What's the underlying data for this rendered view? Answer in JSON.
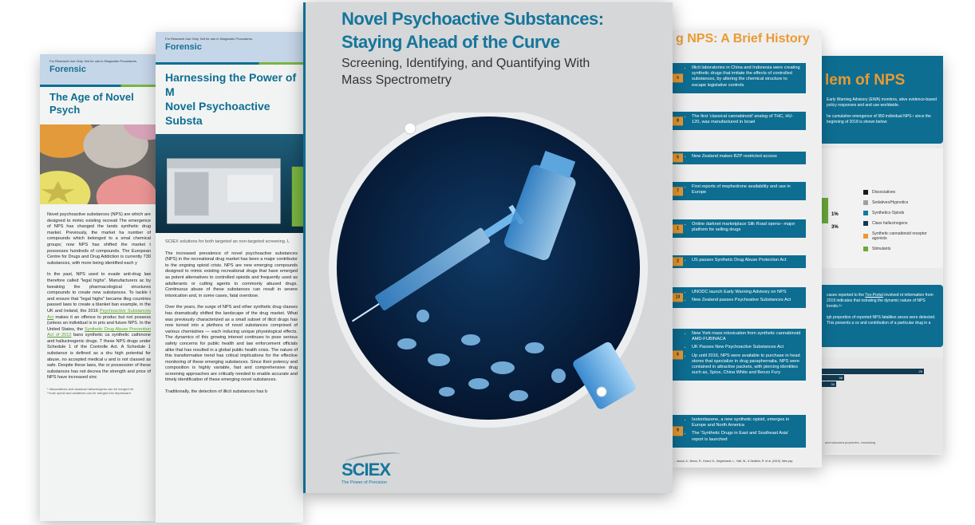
{
  "page_age": {
    "ruo": "For Research Use Only. Not for use in Diagnostic Procedures.",
    "section": "Forensic",
    "title": "The Age of Novel Psych",
    "paragraphs": [
      "Novel psychoactive substances (NPS) are which are designed to mimic existing recreati The emergence of NPS has changed the lands synthetic drug market. Previously, the market ha number of compounds which belonged to a smal chemical groups; now NPS has shifted the market t possesses hundreds of compounds. The European Centre for Drugs and Drug Addiction is currently 730 substances, with more being identified each y",
      "In the past, NPS used to evade anti-drug law therefore called \"legal highs\". Manufacturers ac by tweaking the pharmacological structures compounds to create new substances. To tackle t and ensure that \"legal highs\" became illeg countries passed laws to create a blanket ban example, in the UK and Ireland, the 2016"
    ],
    "link1": "Psychoactive Substances Act",
    "p2b": "makes it an offence to produc but not possess (unless an individual is in pris and future NPS. In the United States, the",
    "link2": "Synthetic Drug Abuse Prevention Act of 2012",
    "p2c": "bans synthetic ca synthetic cathinone and hallucinogenic drugs. T these NPS drugs under Schedule 1 of the Controlle Act. A Schedule 1 substance is defined as a dru high potential for abuse, no accepted medical u and is not classed as safe. Despite these laws, the or possession of these substances has not decrea the strength and price of NPS have increased sinc",
    "footnotes": [
      "* dissociatives and classical hallucinogens can be merged int",
      "**note opioid and sedatives can be merged into depressant"
    ]
  },
  "page_harness": {
    "ruo": "For Research Use Only. Not for use in Diagnostic Procedures.",
    "section": "Forensic",
    "title_line1": "Harnessing the Power of M",
    "title_line2": "Novel Psychoactive Substa",
    "caption": "SCIEX solutions for both targeted an non-targeted screening. L",
    "paragraphs": [
      "The increased prevalence of novel psychoactive substances (NPS) in the recreational drug market has been a major contributor to the ongoing opioid crisis. NPS are new emerging compounds designed to mimic existing recreational drugs that have emerged as potent alternatives to controlled opioids and frequently used as adulterants or cutting agents to commonly abused drugs. Continuous abuse of these substances can result in severe intoxication and, in some cases, fatal overdose.",
      "Over the years, the surge of NPS and other synthetic drug classes has dramatically shifted the landscape of the drug market. What was previously characterized as a small subset of illicit drugs has now turned into a plethora of novel substances comprised of various chemistries — each inducing unique physiological effects. The dynamics of this growing interest continues to pose serious safety concerns for public health and law enforcement officials alike that has resulted in a global public health crisis. The nature of this transformative trend has critical implications for the effective monitoring of these emerging substances. Since their potency and composition is highly variable, fast and comprehensive drug screening approaches are critically needed to enable accurate and timely identification of these emerging novel substances.",
      "Traditionally, the detection of illicit substances has b"
    ]
  },
  "cover": {
    "title_line1": "Novel Psychoactive Substances:",
    "title_line2": "Staying Ahead of the Curve",
    "subtitle_line1": "Screening, Identifying, and Quantifying With",
    "subtitle_line2": "Mass Spectrometry",
    "logo": "SCIEX",
    "tagline": "The Power of Precision"
  },
  "page_history": {
    "title": "g NPS: A Brief History",
    "entries": [
      {
        "tag": "s",
        "items": [
          "Illicit laboratories in China and Indonesia were creating synthetic drugs that imitate the effects of controlled substances, by altering the chemical structure to escape legislative controls"
        ]
      },
      {
        "tag": "8",
        "items": [
          "The first 'classical cannabinoid' analog of THC, HU-120, was manufactured in Israel"
        ]
      },
      {
        "tag": "5",
        "items": [
          "New Zealand makes BZP restricted access"
        ]
      },
      {
        "tag": "7",
        "items": [
          "First reports of mephedrone availability and use in Europe"
        ]
      },
      {
        "tag": "1",
        "items": [
          "Online darknet marketplace Silk Road opens– major platform for selling drugs"
        ]
      },
      {
        "tag": "2",
        "items": [
          "US passes Synthetic Drug Abuse Protection Act"
        ]
      },
      {
        "tag": "13",
        "items": [
          "UNODC launch Early Warning Advisory on NPS",
          "New Zealand passes Psychoative Substances Act"
        ]
      },
      {
        "tag": "6",
        "items": [
          "New York mass intoxication from synthetic cannabinoid AMD-FUBINACA",
          "UK Passes New Psychoactive Substances Act",
          "Up until 2016, NPS were available to purchase in head stores that specialize in drug paraphernalia. NPS were contained in attractive packets, with piercing identities such as, Spice, China White and Benzo Fury"
        ]
      },
      {
        "tag": "9",
        "items": [
          "Isotonitazene, a new synthetic opioid, emerges in Europe and North America",
          "The 'Synthetic Drugs in East and Southeast Asia' report is launched"
        ]
      }
    ],
    "reference": "…acock, A., Bruno, R., Ezard, N., Degenhardt, L., Hall, W., & Sedefov, R. et al. (2019). New psy"
  },
  "page_problem": {
    "title": "lem of NPS",
    "intro": [
      "Early Warning Advisory (EWA) monitors, ative evidence-based policy responses and and use worldwide.",
      "he cumulative emergence of 950 individual NPS.¹ since the beginning of 2018 is shown below:"
    ],
    "pie_labels": [
      "1%",
      "3%"
    ],
    "legend": [
      {
        "label": "Dissociatives",
        "color": "#1a1a1a"
      },
      {
        "label": "Sedatives/Hypnotics",
        "color": "#a0a0a0"
      },
      {
        "label": "Synthetics Opiods",
        "color": "#167a9e"
      },
      {
        "label": "Class hallucinogens",
        "color": "#123b52"
      },
      {
        "label": "Synthetic cannabinoid receptor agonists",
        "color": "#e99a32"
      },
      {
        "label": "Stimulants",
        "color": "#6aa83a"
      }
    ],
    "box2_link": "Tox-Portal",
    "box2": [
      "cases reported to the",
      "involved nt information from 2019 indicates that nstrating the dynamic nature of NPS trends.³⁴",
      "igh proportion of reported NPS fatalities ances were detected. This presents a ce and contribution of a particular drug in a"
    ],
    "bars": [
      {
        "value": "29"
      },
      {
        "value": "36"
      },
      {
        "value": "34"
      }
    ],
    "footnote": "and stimulant properties, containing"
  }
}
